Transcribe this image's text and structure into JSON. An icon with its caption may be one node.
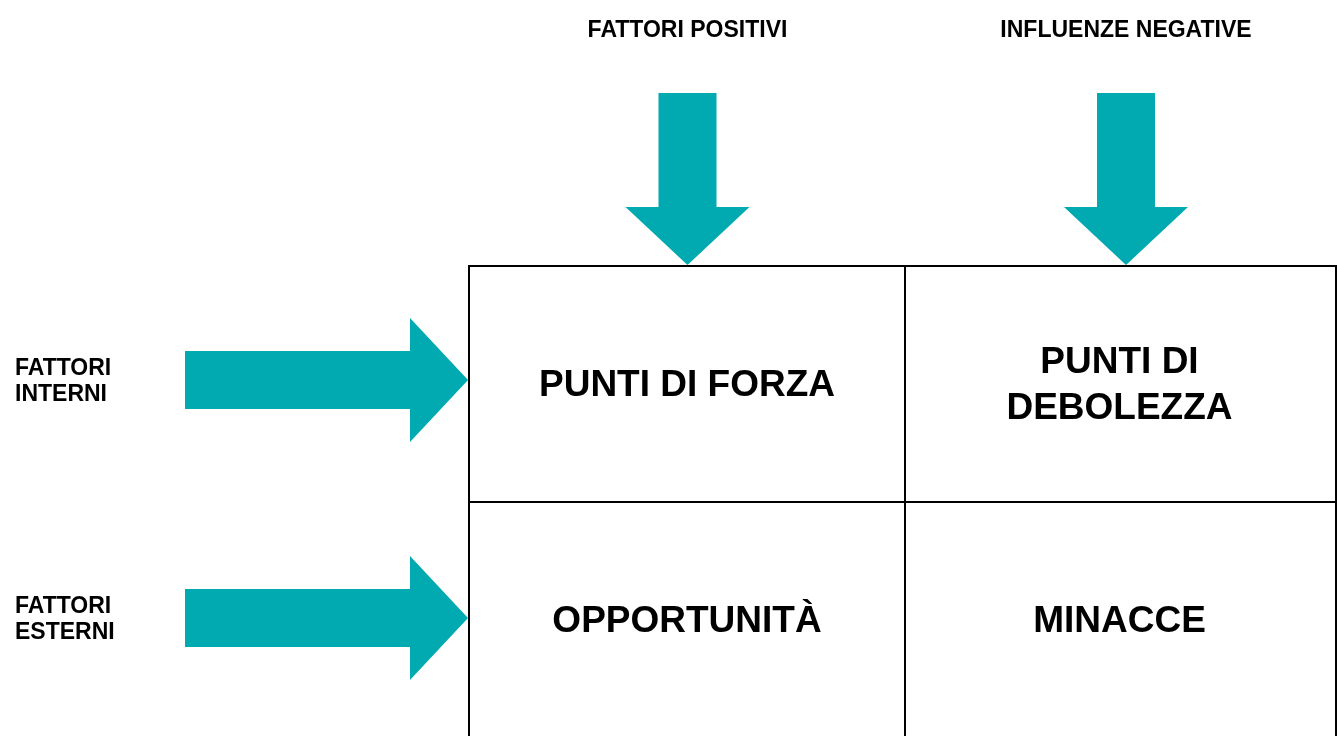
{
  "diagram": {
    "nodes": [
      {
        "text": [
          "FATTORI POSITIVI"
        ]
      },
      {
        "text": [
          "INFLUENZE NEGATIVE"
        ]
      },
      {
        "text": [
          "FATTORI INTERNI"
        ]
      },
      {
        "text": [
          "PUNTI DI FORZA"
        ]
      },
      {
        "text": [
          "PUNTI DI DEBOLEZZA"
        ]
      },
      {
        "text": [
          "FATTORI ESTERNI"
        ]
      },
      {
        "text": [
          "OPPORTUNITÀ"
        ]
      },
      {
        "text": [
          "MINACCE"
        ]
      }
    ],
    "edges": [
      {
        "from": 0,
        "to": 3,
        "arrow": "to",
        "style": "thick"
      },
      {
        "from": 1,
        "to": 4,
        "arrow": "to",
        "style": "thick"
      },
      {
        "from": 2,
        "to": 3,
        "arrow": "to",
        "style": "thick"
      },
      {
        "from": 5,
        "to": 6,
        "arrow": "to",
        "style": "thick"
      }
    ]
  }
}
